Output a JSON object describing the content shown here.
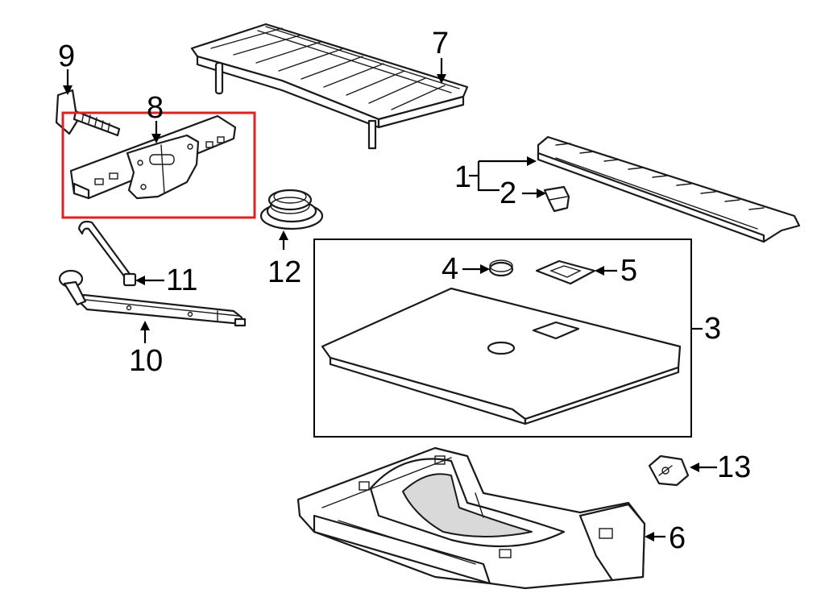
{
  "callouts": {
    "c1": "1",
    "c2": "2",
    "c3": "3",
    "c4": "4",
    "c5": "5",
    "c6": "6",
    "c7": "7",
    "c8": "8",
    "c9": "9",
    "c10": "10",
    "c11": "11",
    "c12": "12",
    "c13": "13"
  },
  "highlight": {
    "part": "8",
    "color": "#e02020"
  },
  "colors": {
    "line": "#1a1a1a",
    "fill": "#ffffff",
    "shade": "#d9d9d9"
  }
}
